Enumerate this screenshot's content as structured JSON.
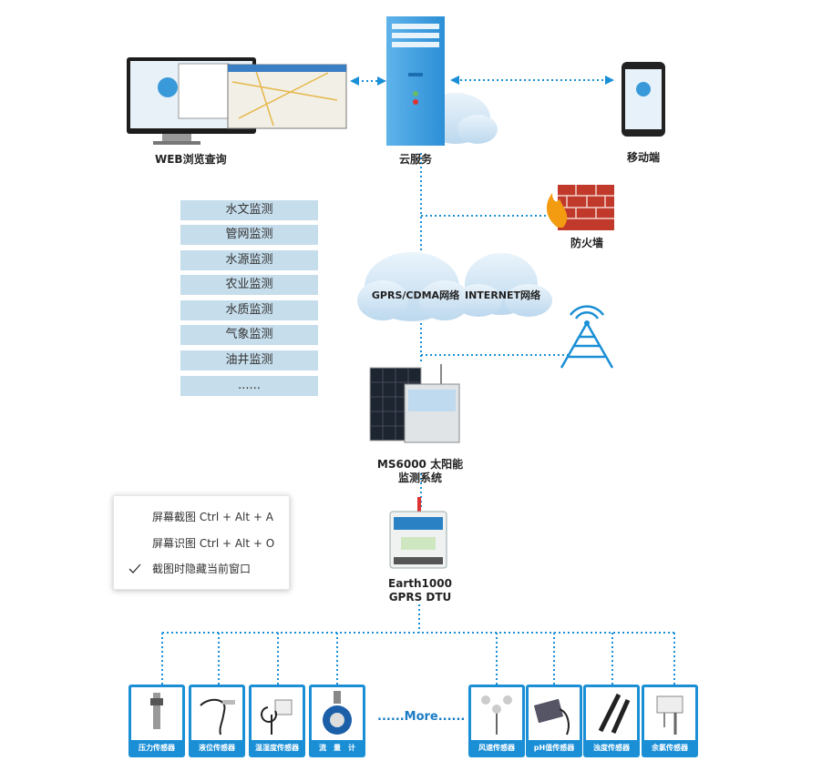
{
  "nodes": {
    "web": "WEB浏览查询",
    "cloud_service": "云服务",
    "mobile": "移动端",
    "firewall": "防火墙",
    "gprs_network": "GPRS/CDMA网络",
    "internet_network": "INTERNET网络",
    "ms6000_line1": "MS6000 太阳能",
    "ms6000_line2": "监测系统",
    "dtu_line1": "Earth1000",
    "dtu_line2": "GPRS DTU"
  },
  "monitoring": [
    "水文监测",
    "管网监测",
    "水源监测",
    "农业监测",
    "水质监测",
    "气象监测",
    "油井监测",
    "......"
  ],
  "context_menu": {
    "items": [
      "屏幕截图 Ctrl + Alt + A",
      "屏幕识图 Ctrl + Alt + O",
      "截图时隐藏当前窗口"
    ],
    "checked_index": 2
  },
  "sensors": [
    "压力传感器",
    "液位传感器",
    "温湿度传感器",
    "流　量　计",
    "风速传感器",
    "pH值传感器",
    "浊度传感器",
    "余氯传感器"
  ],
  "more_label": "......More......",
  "colors": {
    "link": "#1a8fd6",
    "monitor_bg": "#c6ddec",
    "firewall": "#c0392b",
    "cloud": "#d4e7f5"
  }
}
